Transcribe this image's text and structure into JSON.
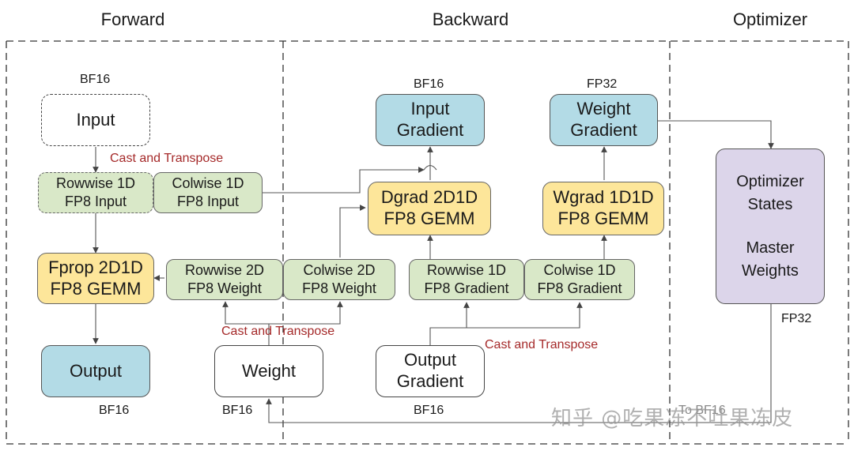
{
  "sections": {
    "forward": "Forward",
    "backward": "Backward",
    "optimizer": "Optimizer"
  },
  "nodes": {
    "input": [
      "Input"
    ],
    "rowwise_fp8_input": [
      "Rowwise 1D",
      "FP8 Input"
    ],
    "colwise_fp8_input": [
      "Colwise 1D",
      "FP8 Input"
    ],
    "fprop_gemm": [
      "Fprop 2D1D",
      "FP8 GEMM"
    ],
    "output": [
      "Output"
    ],
    "rowwise_fp8_weight": [
      "Rowwise 2D",
      "FP8 Weight"
    ],
    "colwise_fp8_weight": [
      "Colwise 2D",
      "FP8 Weight"
    ],
    "weight": [
      "Weight"
    ],
    "input_gradient": [
      "Input",
      "Gradient"
    ],
    "dgrad_gemm": [
      "Dgrad 2D1D",
      "FP8 GEMM"
    ],
    "rowwise_fp8_gradient": [
      "Rowwise 1D",
      "FP8 Gradient"
    ],
    "colwise_fp8_gradient": [
      "Colwise 1D",
      "FP8 Gradient"
    ],
    "output_gradient": [
      "Output",
      "Gradient"
    ],
    "weight_gradient": [
      "Weight",
      "Gradient"
    ],
    "wgrad_gemm": [
      "Wgrad 1D1D",
      "FP8 GEMM"
    ],
    "optimizer_states": [
      "Optimizer",
      "States"
    ],
    "master_weights": [
      "Master",
      "Weights"
    ]
  },
  "dtypes": {
    "input": "BF16",
    "output": "BF16",
    "weight": "BF16",
    "input_gradient": "BF16",
    "output_gradient": "BF16",
    "weight_gradient": "FP32",
    "optimizer": "FP32",
    "to_bf16": "To BF16"
  },
  "annotations": {
    "cast_input": "Cast and Transpose",
    "cast_weight": "Cast and Transpose",
    "cast_gradient": "Cast and Transpose"
  },
  "watermark": "知乎 @吃果冻不吐果冻皮",
  "colors": {
    "blue_fill": "#b3dbe6",
    "yellow_fill": "#fde69a",
    "green_fill": "#d9e8c8",
    "purple_fill": "#dcd5ea",
    "annotation_red": "#a52a2a"
  }
}
